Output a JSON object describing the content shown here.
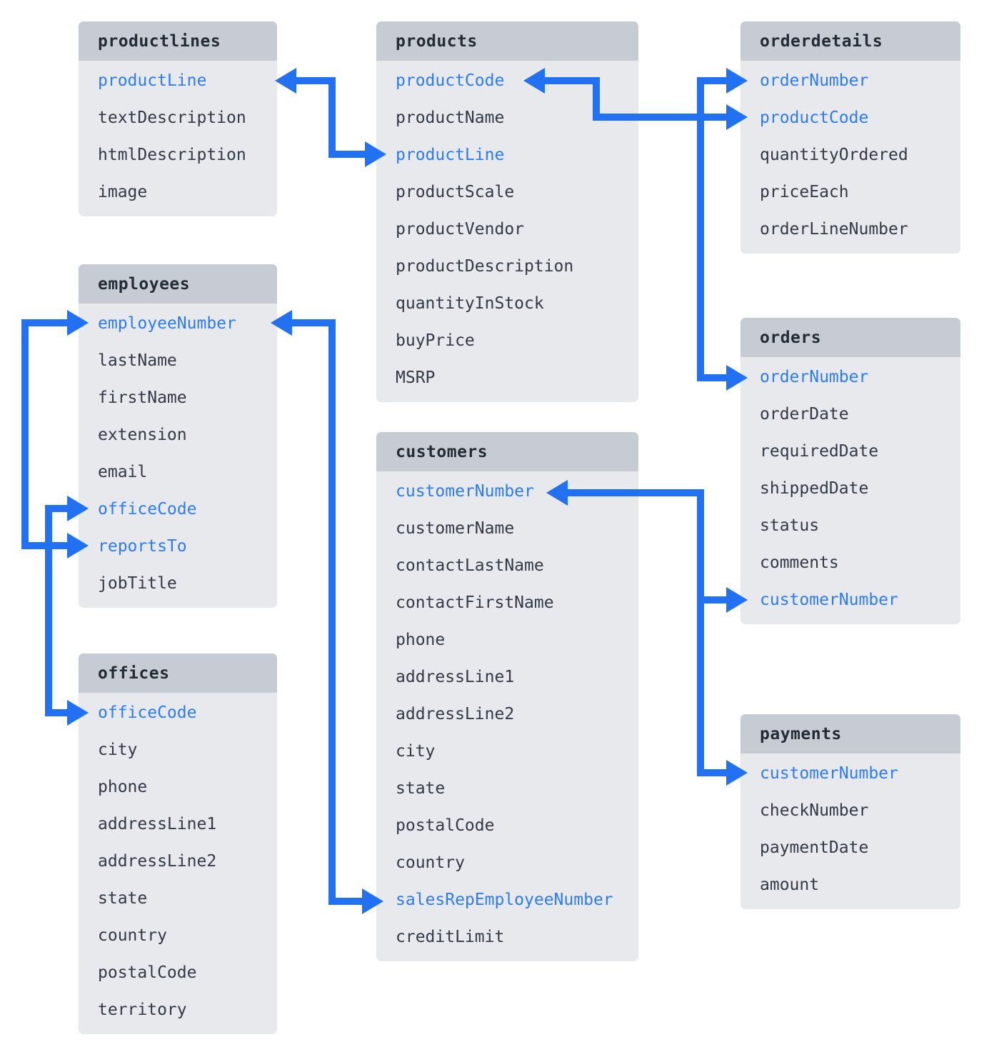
{
  "diagram": {
    "type": "database-schema",
    "colors": {
      "accent": "#2271f3",
      "key_text": "#2e7bf6",
      "header_bg": "#c7ccd4",
      "body_bg": "#e7e9ec",
      "text": "#323a47",
      "header_text": "#252b36",
      "page_bg": "#ffffff"
    },
    "tables": [
      {
        "name": "productlines",
        "fields": [
          {
            "label": "productLine",
            "key": true
          },
          {
            "label": "textDescription"
          },
          {
            "label": "htmlDescription"
          },
          {
            "label": "image"
          }
        ]
      },
      {
        "name": "products",
        "fields": [
          {
            "label": "productCode",
            "key": true
          },
          {
            "label": "productName"
          },
          {
            "label": "productLine",
            "key": true
          },
          {
            "label": "productScale"
          },
          {
            "label": "productVendor"
          },
          {
            "label": "productDescription"
          },
          {
            "label": "quantityInStock"
          },
          {
            "label": "buyPrice"
          },
          {
            "label": "MSRP"
          }
        ]
      },
      {
        "name": "orderdetails",
        "fields": [
          {
            "label": "orderNumber",
            "key": true
          },
          {
            "label": "productCode",
            "key": true
          },
          {
            "label": "quantityOrdered"
          },
          {
            "label": "priceEach"
          },
          {
            "label": "orderLineNumber"
          }
        ]
      },
      {
        "name": "employees",
        "fields": [
          {
            "label": "employeeNumber",
            "key": true
          },
          {
            "label": "lastName"
          },
          {
            "label": "firstName"
          },
          {
            "label": "extension"
          },
          {
            "label": "email"
          },
          {
            "label": "officeCode",
            "key": true
          },
          {
            "label": "reportsTo",
            "key": true
          },
          {
            "label": "jobTitle"
          }
        ]
      },
      {
        "name": "orders",
        "fields": [
          {
            "label": "orderNumber",
            "key": true
          },
          {
            "label": "orderDate"
          },
          {
            "label": "requiredDate"
          },
          {
            "label": "shippedDate"
          },
          {
            "label": "status"
          },
          {
            "label": "comments"
          },
          {
            "label": "customerNumber",
            "key": true
          }
        ]
      },
      {
        "name": "customers",
        "fields": [
          {
            "label": "customerNumber",
            "key": true
          },
          {
            "label": "customerName"
          },
          {
            "label": "contactLastName"
          },
          {
            "label": "contactFirstName"
          },
          {
            "label": "phone"
          },
          {
            "label": "addressLine1"
          },
          {
            "label": "addressLine2"
          },
          {
            "label": "city"
          },
          {
            "label": "state"
          },
          {
            "label": "postalCode"
          },
          {
            "label": "country"
          },
          {
            "label": "salesRepEmployeeNumber",
            "key": true
          },
          {
            "label": "creditLimit"
          }
        ]
      },
      {
        "name": "offices",
        "fields": [
          {
            "label": "officeCode",
            "key": true
          },
          {
            "label": "city"
          },
          {
            "label": "phone"
          },
          {
            "label": "addressLine1"
          },
          {
            "label": "addressLine2"
          },
          {
            "label": "state"
          },
          {
            "label": "country"
          },
          {
            "label": "postalCode"
          },
          {
            "label": "territory"
          }
        ]
      },
      {
        "name": "payments",
        "fields": [
          {
            "label": "customerNumber",
            "key": true
          },
          {
            "label": "checkNumber"
          },
          {
            "label": "paymentDate"
          },
          {
            "label": "amount"
          }
        ]
      }
    ],
    "relationships": [
      {
        "from": "products.productLine",
        "to": "productlines.productLine"
      },
      {
        "from": "orderdetails.productCode",
        "to": "products.productCode"
      },
      {
        "from": "orderdetails.orderNumber",
        "to": "orders.orderNumber"
      },
      {
        "from": "employees.reportsTo",
        "to": "employees.employeeNumber"
      },
      {
        "from": "employees.officeCode",
        "to": "offices.officeCode"
      },
      {
        "from": "customers.salesRepEmployeeNumber",
        "to": "employees.employeeNumber"
      },
      {
        "from": "orders.customerNumber",
        "to": "customers.customerNumber"
      },
      {
        "from": "payments.customerNumber",
        "to": "customers.customerNumber"
      }
    ]
  }
}
